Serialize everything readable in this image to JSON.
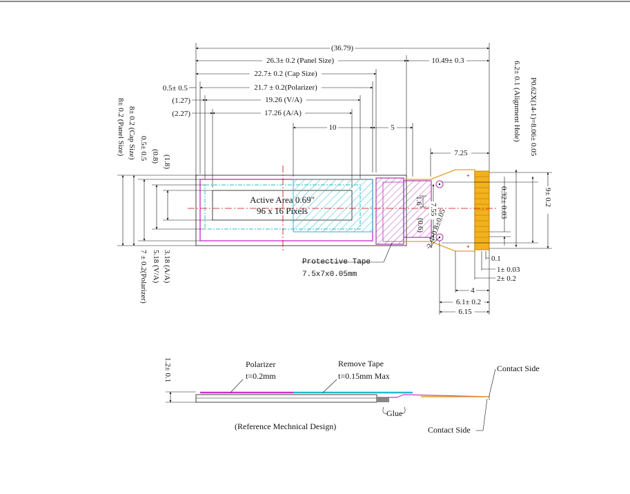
{
  "colors": {
    "line": "#111111",
    "polarizer": "#cc33cc",
    "active_area": "#22bbcc",
    "tape_hatch": "#aa33aa",
    "fpc": "#e0a020",
    "center_line": "#cc0000",
    "glue": "#888888"
  },
  "dims_top": {
    "overall": "(36.79)",
    "panel_size": "26.3± 0.2 (Panel Size)",
    "fpc_length": "10.49± 0.3",
    "cap_size": "22.7± 0.2 (Cap Size)",
    "offset_05": "0.5± 0.5",
    "polarizer": "21.7 ± 0.2(Polarizer)",
    "va_offset": "(1.27)",
    "va": "19.26 (V/A)",
    "aa_offset": "(2.27)",
    "aa": "17.26 (A/A)",
    "ten": "10",
    "five": "5",
    "fpc_725": "7.25"
  },
  "dims_left": {
    "panel_size": "8± 0.2 (Panel Size)",
    "cap_size": "8± 0.2 (Cap Size)",
    "offset_05": "0.5± 0.5",
    "offset_08": "(0.8)",
    "offset_18": "(1.8)",
    "aa": "3.18 (A/A)",
    "va": "5.18 (V/A)",
    "polarizer": "7 ± 0.2(Polarizer)"
  },
  "dims_right": {
    "pitch": "P0.62X(14-1)=8.06± 0.05",
    "alignment_hole": "6.2± 0.1 (Alignment Hole)",
    "pad_width": "0.32± 0.03",
    "fpc_width": "9± 0.2",
    "hole_span": "7.55",
    "inner_16": "1.6",
    "inner_06": "(0.6)",
    "hole_dia": "2-Φ 0.8±0.05"
  },
  "dims_bottom": {
    "d01": "0.1",
    "d1": "1± 0.03",
    "d2": "2± 0.2",
    "d4": "4",
    "d61": "6.1± 0.2",
    "d615": "6.15"
  },
  "labels": {
    "active_area": "Active Area 0.69\"",
    "pixels": "96 x 16 Pixels",
    "protective_tape": "Protective Tape",
    "tape_size": "7.5x7x0.05mm"
  },
  "side_view": {
    "thickness": "1.2± 0.1",
    "polarizer": "Polarizer",
    "polarizer_t": "t=0.2mm",
    "remove_tape": "Remove Tape",
    "remove_tape_t": "t=0.15mm Max",
    "contact_side_top": "Contact Side",
    "contact_side_bottom": "Contact Side",
    "glue": "Glue",
    "reference": "(Reference Mechnical Design)"
  }
}
